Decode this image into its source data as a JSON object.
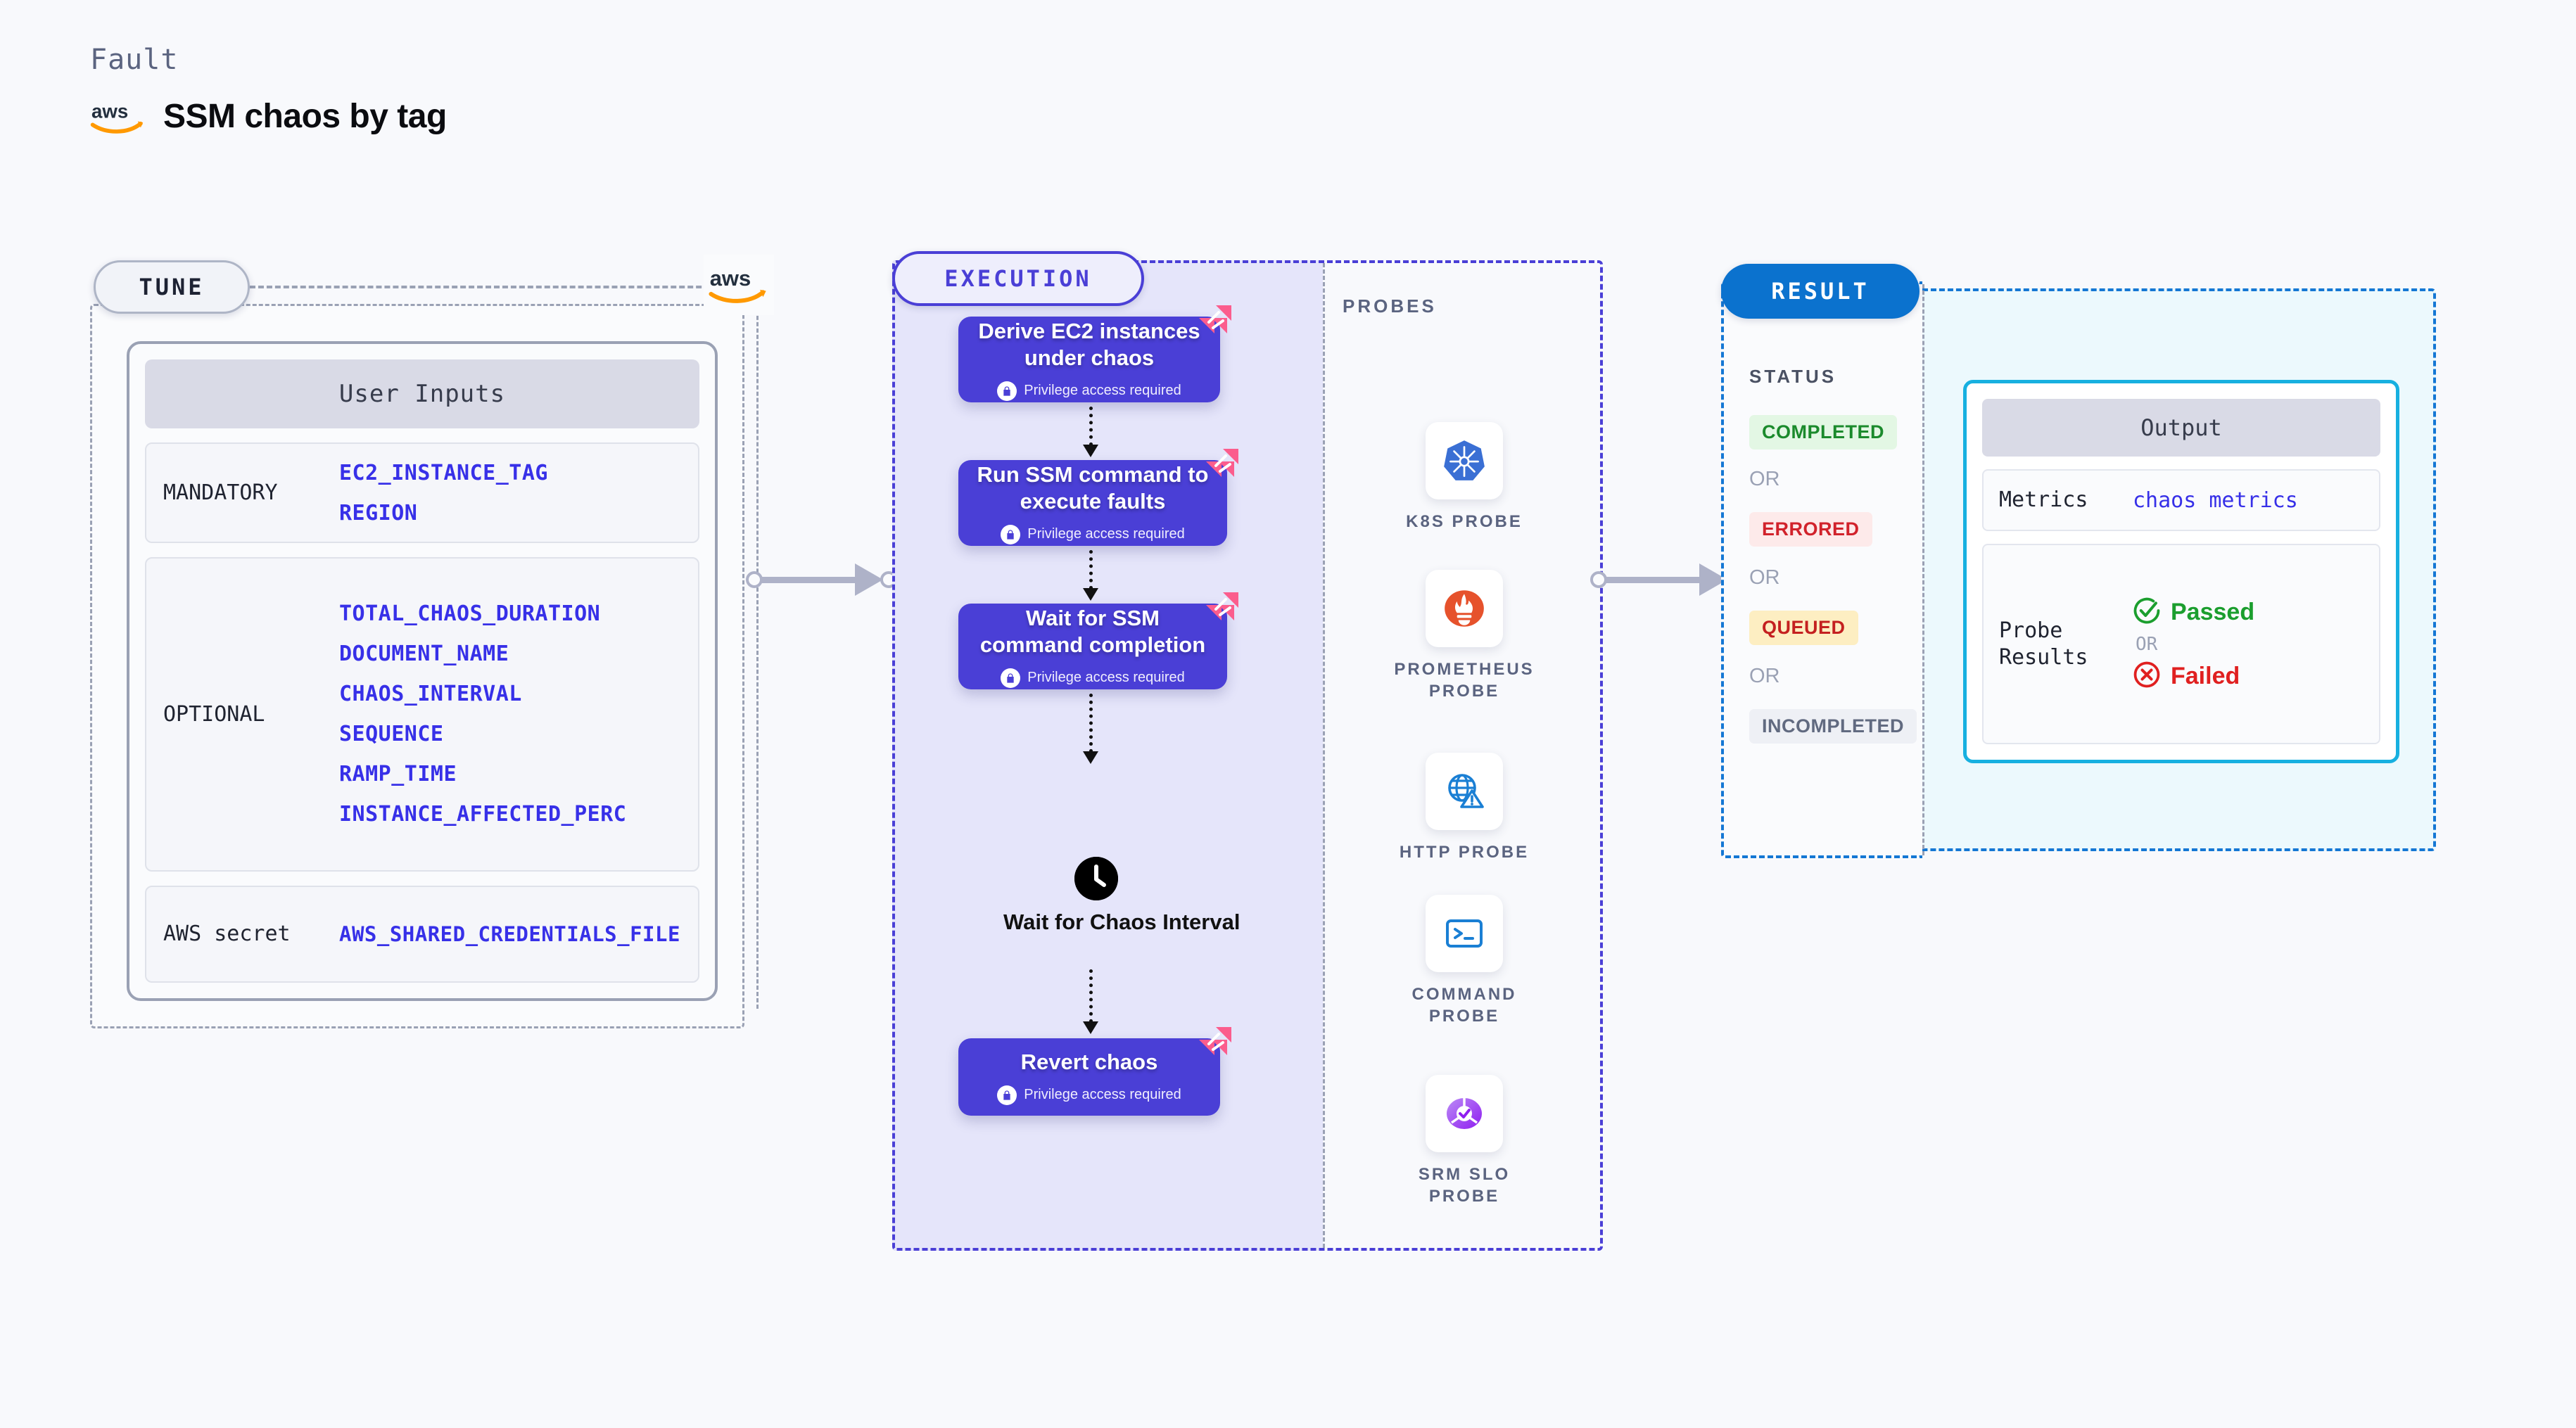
{
  "header": {
    "kicker": "Fault",
    "title": "SSM chaos by tag",
    "logo_icon": "aws-logo-icon"
  },
  "tune": {
    "pill_label": "TUNE",
    "provider_icon": "aws-logo-icon",
    "card_header": "User Inputs",
    "groups": [
      {
        "label": "MANDATORY",
        "values": [
          "EC2_INSTANCE_TAG",
          "REGION"
        ]
      },
      {
        "label": "OPTIONAL",
        "values": [
          "TOTAL_CHAOS_DURATION",
          "DOCUMENT_NAME",
          "CHAOS_INTERVAL",
          "SEQUENCE",
          "RAMP_TIME",
          "INSTANCE_AFFECTED_PERC"
        ]
      },
      {
        "label": "AWS secret",
        "values": [
          "AWS_SHARED_CREDENTIALS_FILE"
        ]
      }
    ]
  },
  "execution": {
    "pill_label": "EXECUTION",
    "privilege_note": "Privilege access required",
    "nodes": [
      {
        "title": "Derive EC2 instances under chaos",
        "has_privilege": true,
        "badge_icon": "harness-fault-icon"
      },
      {
        "title": "Run SSM command to execute faults",
        "has_privilege": true,
        "badge_icon": "harness-fault-icon"
      },
      {
        "title": "Wait for SSM command completion",
        "has_privilege": true,
        "badge_icon": "harness-fault-icon"
      },
      {
        "title": "Revert chaos",
        "has_privilege": true,
        "badge_icon": "harness-fault-icon"
      }
    ],
    "wait_node": {
      "title": "Wait for Chaos Interval",
      "icon": "clock-icon"
    }
  },
  "probes": {
    "section_label": "PROBES",
    "items": [
      {
        "label": "K8S PROBE",
        "icon": "kubernetes-icon"
      },
      {
        "label": "PROMETHEUS PROBE",
        "icon": "prometheus-icon"
      },
      {
        "label": "HTTP PROBE",
        "icon": "globe-warning-icon"
      },
      {
        "label": "COMMAND PROBE",
        "icon": "terminal-icon"
      },
      {
        "label": "SRM SLO PROBE",
        "icon": "srm-slo-icon"
      }
    ]
  },
  "result": {
    "pill_label": "RESULT",
    "status_label": "STATUS",
    "or_label": "OR",
    "statuses": [
      {
        "text": "COMPLETED",
        "fg": "#1b8a2c",
        "bg": "#e3f7e4"
      },
      {
        "text": "ERRORED",
        "fg": "#d1222b",
        "bg": "#fdeaea"
      },
      {
        "text": "QUEUED",
        "fg": "#c42020",
        "bg": "#fdeec2"
      },
      {
        "text": "INCOMPLETED",
        "fg": "#616a80",
        "bg": "#eef0f5"
      }
    ],
    "output": {
      "header": "Output",
      "metrics_key": "Metrics",
      "metrics_value": "chaos metrics",
      "probe_results_key": "Probe Results",
      "passed_label": "Passed",
      "failed_label": "Failed",
      "or_label": "OR",
      "passed_icon": "check-circle-icon",
      "failed_icon": "x-circle-icon"
    }
  },
  "colors": {
    "accent_purple": "#4a3fd6",
    "accent_blue": "#0b72ce",
    "accent_cyan": "#17b0e0",
    "aws_orange": "#ff9900",
    "badge_pink": "#fb5d8d",
    "param_blue": "#3730e8"
  }
}
